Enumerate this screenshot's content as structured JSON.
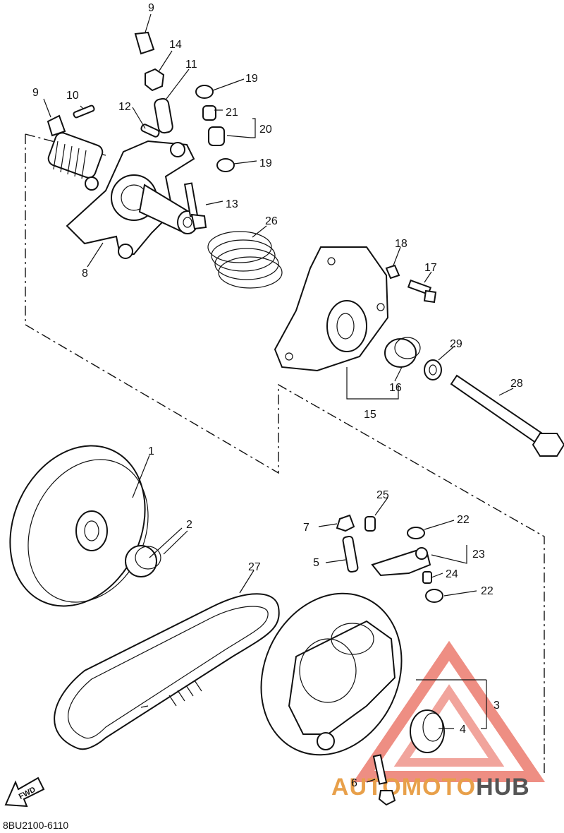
{
  "diagram": {
    "code": "8BU2100-6110",
    "fwd_label": "FWD",
    "watermark": {
      "prefix": "AUTOMOTO",
      "suffix": "HUB",
      "accent": "#e8685a",
      "dark": "#555555"
    },
    "callouts": [
      "9",
      "14",
      "11",
      "19",
      "21",
      "20",
      "9",
      "10",
      "12",
      "19",
      "13",
      "26",
      "8",
      "18",
      "17",
      "29",
      "16",
      "15",
      "28",
      "1",
      "2",
      "27",
      "25",
      "7",
      "22",
      "5",
      "23",
      "24",
      "22",
      "3",
      "4",
      "6"
    ]
  }
}
